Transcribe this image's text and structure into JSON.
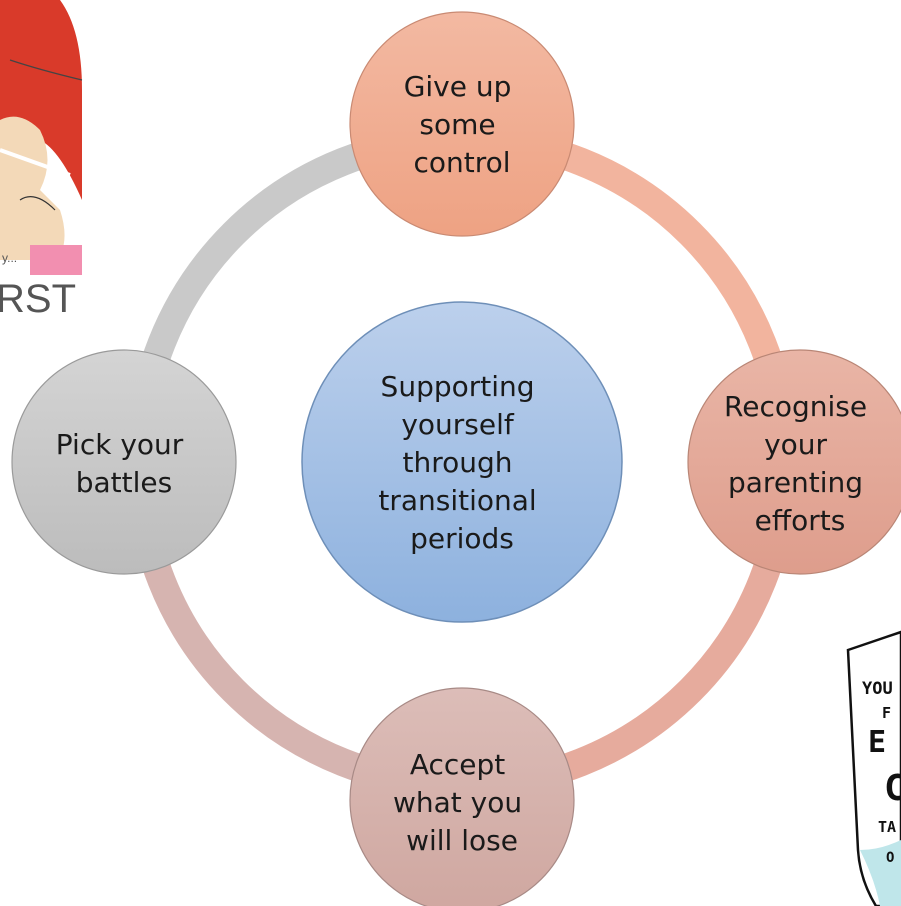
{
  "diagram": {
    "center": {
      "lines": [
        "Supporting",
        "yourself",
        "through",
        "transitional",
        "periods"
      ]
    },
    "nodes": [
      {
        "id": "top",
        "lines": [
          "Give up",
          "some",
          "control"
        ],
        "color": "#f2ac90"
      },
      {
        "id": "right",
        "lines": [
          "Recognise",
          "your",
          "parenting",
          "efforts"
        ],
        "color": "#e5ab9c"
      },
      {
        "id": "bottom",
        "lines": [
          "Accept",
          "what you",
          "will lose"
        ],
        "color": "#d6b3ad"
      },
      {
        "id": "left",
        "lines": [
          "Pick your",
          "battles"
        ],
        "color": "#c9c9c9"
      }
    ],
    "colors": {
      "center_top": "#b7cdea",
      "center_bottom": "#8fb4df",
      "ring_top_right": "#f2b49e",
      "ring_right_bottom": "#e6ab9d",
      "ring_bottom_left": "#d6b4b0",
      "ring_left_top": "#c9c9c9"
    }
  },
  "decor": {
    "top_left_image": {
      "text_fragments": [
        "y...",
        "RST"
      ]
    },
    "bottom_right_image": {
      "text_fragments": [
        "YOU",
        "F",
        "E",
        "C",
        "TA",
        "O"
      ]
    }
  }
}
